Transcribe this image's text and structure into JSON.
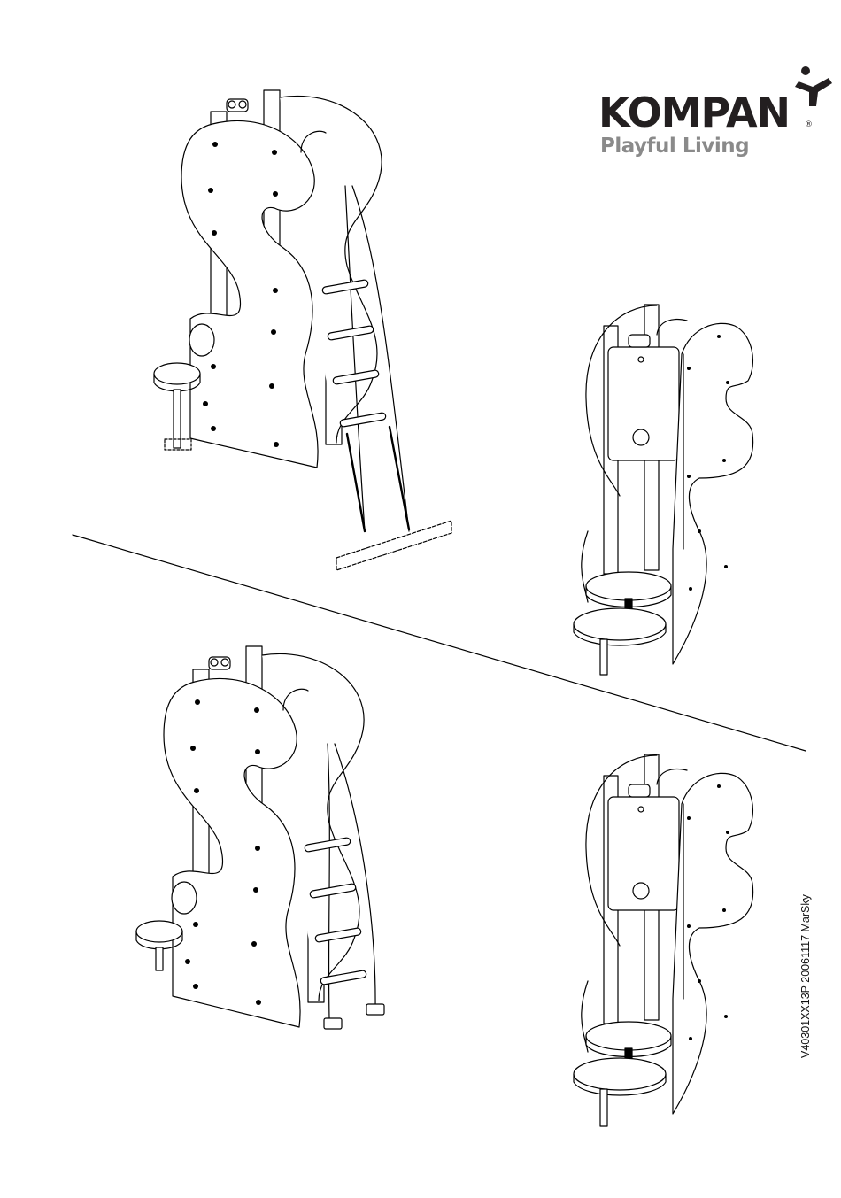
{
  "brand": {
    "name": "KOMPAN",
    "registered": "®",
    "tagline": "Playful Living"
  },
  "document": {
    "code": "V40301XX13P  20061117  MarSky"
  },
  "colors": {
    "ink": "#231f20",
    "tagline": "#8a8a8a",
    "background": "#ffffff"
  }
}
